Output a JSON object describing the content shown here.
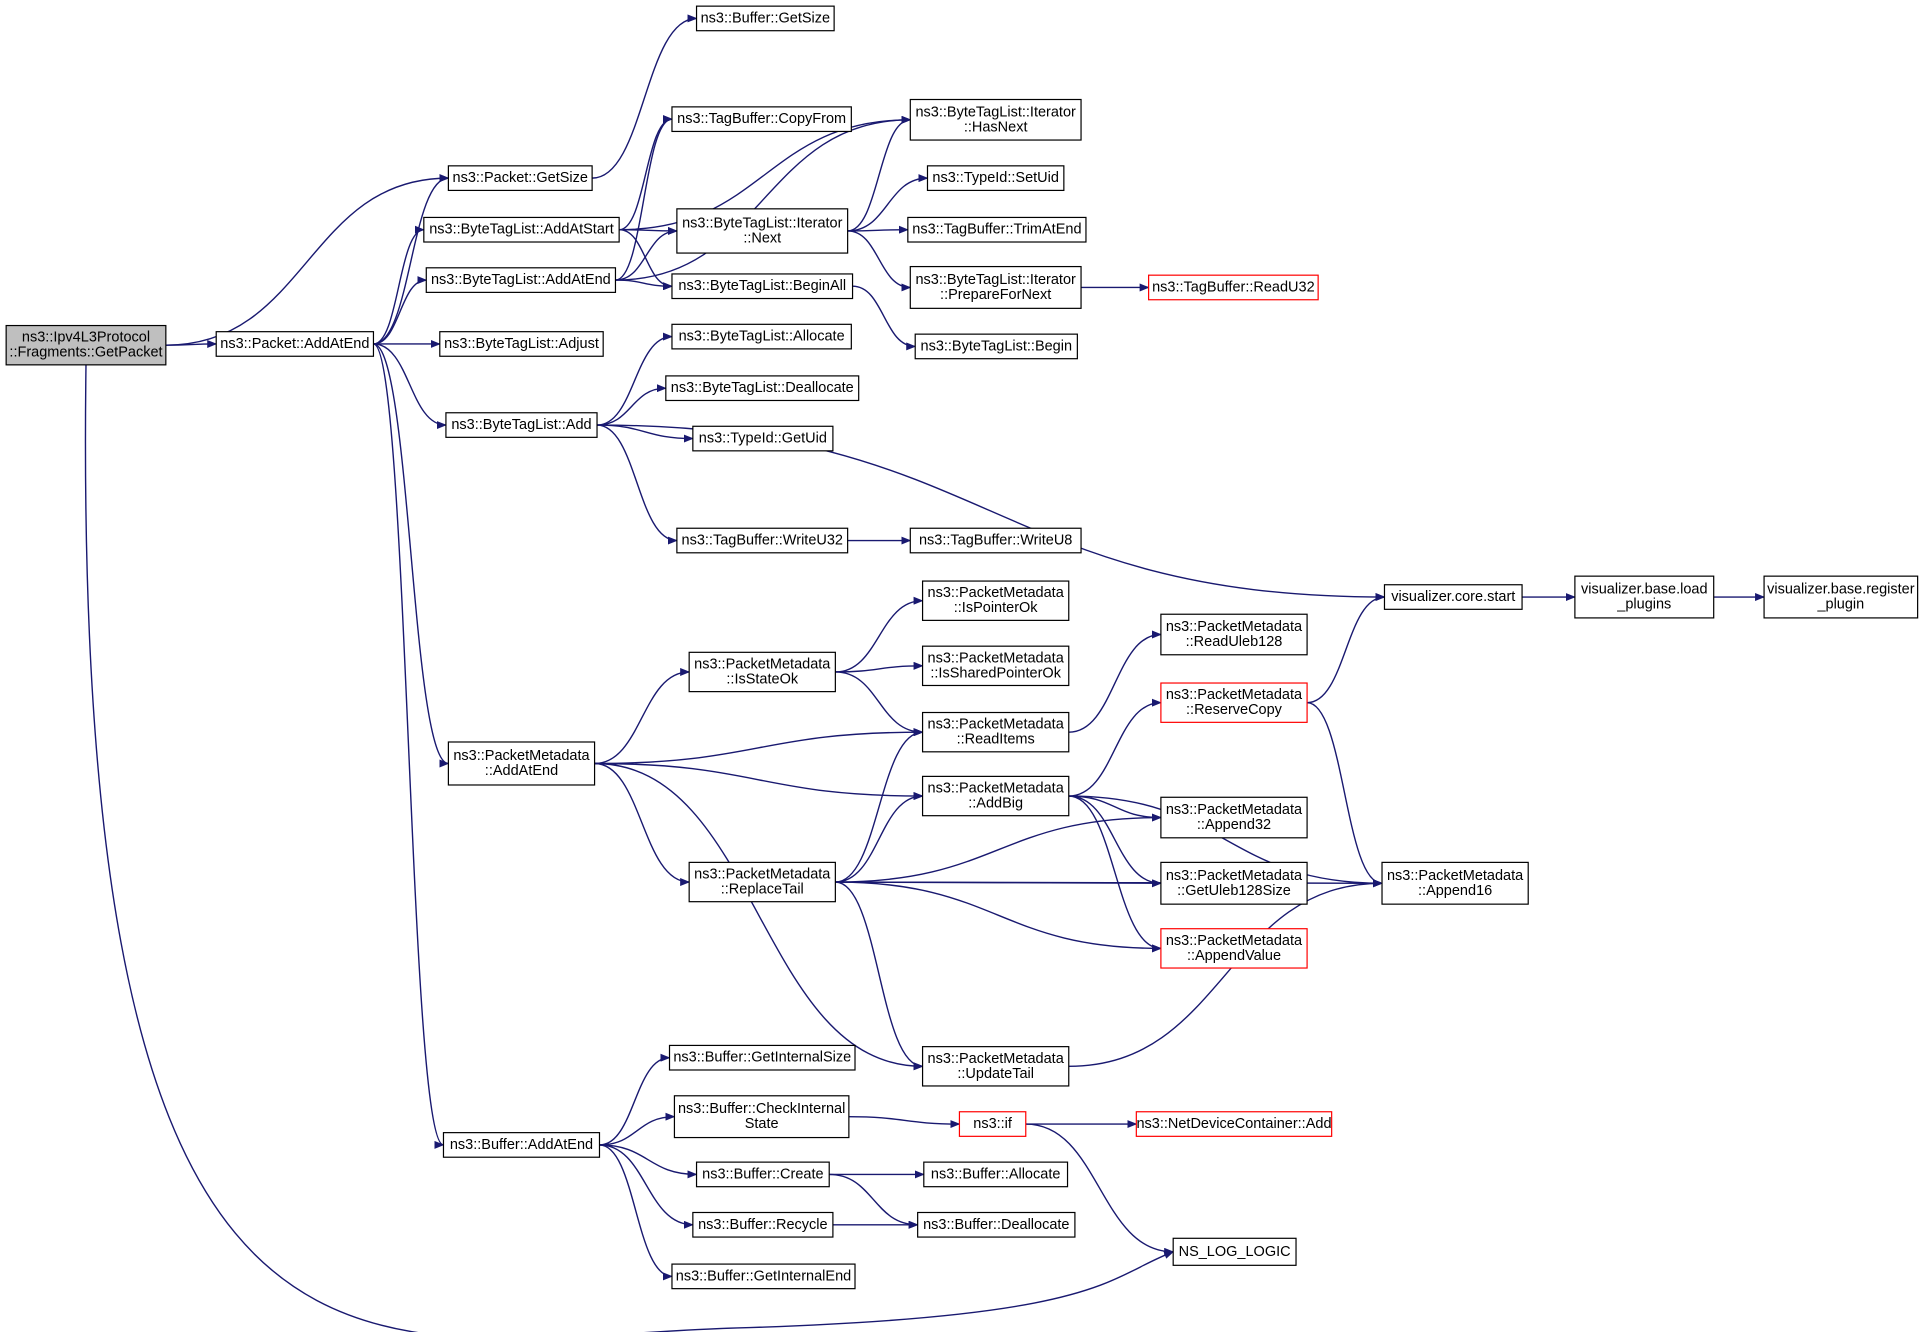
{
  "graph": {
    "edge_color": "#191970",
    "root_fill": "#bfbfbf",
    "highlight_border": "#ff0000",
    "nodes": [
      {
        "id": "root",
        "lines": [
          "ns3::Ipv4L3Protocol",
          "::Fragments::GetPacket"
        ],
        "style": "root"
      },
      {
        "id": "packet_getsize",
        "lines": [
          "ns3::Packet::GetSize"
        ]
      },
      {
        "id": "packet_addatend",
        "lines": [
          "ns3::Packet::AddAtEnd"
        ]
      },
      {
        "id": "btl_addatstart",
        "lines": [
          "ns3::ByteTagList::AddAtStart"
        ]
      },
      {
        "id": "btl_addatend",
        "lines": [
          "ns3::ByteTagList::AddAtEnd"
        ]
      },
      {
        "id": "btl_adjust",
        "lines": [
          "ns3::ByteTagList::Adjust"
        ]
      },
      {
        "id": "btl_add",
        "lines": [
          "ns3::ByteTagList::Add"
        ]
      },
      {
        "id": "pm_addatend",
        "lines": [
          "ns3::PacketMetadata",
          "::AddAtEnd"
        ]
      },
      {
        "id": "buf_addatend",
        "lines": [
          "ns3::Buffer::AddAtEnd"
        ]
      },
      {
        "id": "buf_getsize",
        "lines": [
          "ns3::Buffer::GetSize"
        ]
      },
      {
        "id": "tb_copyfrom",
        "lines": [
          "ns3::TagBuffer::CopyFrom"
        ]
      },
      {
        "id": "btli_next",
        "lines": [
          "ns3::ByteTagList::Iterator",
          "::Next"
        ]
      },
      {
        "id": "btl_beginall",
        "lines": [
          "ns3::ByteTagList::BeginAll"
        ]
      },
      {
        "id": "btl_allocate",
        "lines": [
          "ns3::ByteTagList::Allocate"
        ]
      },
      {
        "id": "btl_deallocate",
        "lines": [
          "ns3::ByteTagList::Deallocate"
        ]
      },
      {
        "id": "typeid_getuid",
        "lines": [
          "ns3::TypeId::GetUid"
        ]
      },
      {
        "id": "tb_writeu32",
        "lines": [
          "ns3::TagBuffer::WriteU32"
        ]
      },
      {
        "id": "pm_isstateok",
        "lines": [
          "ns3::PacketMetadata",
          "::IsStateOk"
        ]
      },
      {
        "id": "pm_replacetail",
        "lines": [
          "ns3::PacketMetadata",
          "::ReplaceTail"
        ]
      },
      {
        "id": "buf_getinternalsize",
        "lines": [
          "ns3::Buffer::GetInternalSize"
        ]
      },
      {
        "id": "buf_checkinternal",
        "lines": [
          "ns3::Buffer::CheckInternal",
          "State"
        ]
      },
      {
        "id": "buf_create",
        "lines": [
          "ns3::Buffer::Create"
        ]
      },
      {
        "id": "buf_recycle",
        "lines": [
          "ns3::Buffer::Recycle"
        ]
      },
      {
        "id": "buf_getinternalend",
        "lines": [
          "ns3::Buffer::GetInternalEnd"
        ]
      },
      {
        "id": "btli_hasnext",
        "lines": [
          "ns3::ByteTagList::Iterator",
          "::HasNext"
        ]
      },
      {
        "id": "typeid_setuid",
        "lines": [
          "ns3::TypeId::SetUid"
        ]
      },
      {
        "id": "tb_trimatend",
        "lines": [
          "ns3::TagBuffer::TrimAtEnd"
        ]
      },
      {
        "id": "btli_prepare",
        "lines": [
          "ns3::ByteTagList::Iterator",
          "::PrepareForNext"
        ]
      },
      {
        "id": "btl_begin",
        "lines": [
          "ns3::ByteTagList::Begin"
        ]
      },
      {
        "id": "tb_writeu8",
        "lines": [
          "ns3::TagBuffer::WriteU8"
        ]
      },
      {
        "id": "pm_ispointerok",
        "lines": [
          "ns3::PacketMetadata",
          "::IsPointerOk"
        ]
      },
      {
        "id": "pm_issharedpointerok",
        "lines": [
          "ns3::PacketMetadata",
          "::IsSharedPointerOk"
        ]
      },
      {
        "id": "pm_readitems",
        "lines": [
          "ns3::PacketMetadata",
          "::ReadItems"
        ]
      },
      {
        "id": "pm_addbig",
        "lines": [
          "ns3::PacketMetadata",
          "::AddBig"
        ]
      },
      {
        "id": "pm_updatetail",
        "lines": [
          "ns3::PacketMetadata",
          "::UpdateTail"
        ]
      },
      {
        "id": "ns3_if",
        "lines": [
          "ns3::if"
        ],
        "style": "red"
      },
      {
        "id": "buf_allocate",
        "lines": [
          "ns3::Buffer::Allocate"
        ]
      },
      {
        "id": "buf_deallocate",
        "lines": [
          "ns3::Buffer::Deallocate"
        ]
      },
      {
        "id": "tb_readu32",
        "lines": [
          "ns3::TagBuffer::ReadU32"
        ],
        "style": "red"
      },
      {
        "id": "viz_core_start",
        "lines": [
          "visualizer.core.start"
        ]
      },
      {
        "id": "pm_readuleb128",
        "lines": [
          "ns3::PacketMetadata",
          "::ReadUleb128"
        ]
      },
      {
        "id": "pm_reservecopy",
        "lines": [
          "ns3::PacketMetadata",
          "::ReserveCopy"
        ],
        "style": "red"
      },
      {
        "id": "pm_append32",
        "lines": [
          "ns3::PacketMetadata",
          "::Append32"
        ]
      },
      {
        "id": "pm_getuleb128size",
        "lines": [
          "ns3::PacketMetadata",
          "::GetUleb128Size"
        ]
      },
      {
        "id": "pm_appendvalue",
        "lines": [
          "ns3::PacketMetadata",
          "::AppendValue"
        ],
        "style": "red"
      },
      {
        "id": "ndc_add",
        "lines": [
          "ns3::NetDeviceContainer::Add"
        ],
        "style": "red"
      },
      {
        "id": "ns_log_logic",
        "lines": [
          "NS_LOG_LOGIC"
        ]
      },
      {
        "id": "viz_load_plugins",
        "lines": [
          "visualizer.base.load",
          "_plugins"
        ]
      },
      {
        "id": "viz_register_plugin",
        "lines": [
          "visualizer.base.register",
          "_plugin"
        ]
      },
      {
        "id": "pm_append16",
        "lines": [
          "ns3::PacketMetadata",
          "::Append16"
        ]
      }
    ],
    "edges": [
      [
        "root",
        "packet_getsize"
      ],
      [
        "root",
        "packet_addatend"
      ],
      [
        "root",
        "ns_log_logic"
      ],
      [
        "packet_getsize",
        "buf_getsize"
      ],
      [
        "packet_addatend",
        "packet_getsize"
      ],
      [
        "packet_addatend",
        "btl_addatstart"
      ],
      [
        "packet_addatend",
        "btl_addatend"
      ],
      [
        "packet_addatend",
        "btl_adjust"
      ],
      [
        "packet_addatend",
        "btl_add"
      ],
      [
        "packet_addatend",
        "pm_addatend"
      ],
      [
        "packet_addatend",
        "buf_addatend"
      ],
      [
        "btl_addatstart",
        "tb_copyfrom"
      ],
      [
        "btl_addatstart",
        "btli_hasnext"
      ],
      [
        "btl_addatstart",
        "btli_next"
      ],
      [
        "btl_addatstart",
        "btl_beginall"
      ],
      [
        "btl_addatend",
        "tb_copyfrom"
      ],
      [
        "btl_addatend",
        "btli_hasnext"
      ],
      [
        "btl_addatend",
        "btli_next"
      ],
      [
        "btl_addatend",
        "btl_beginall"
      ],
      [
        "btli_next",
        "btli_hasnext"
      ],
      [
        "btli_next",
        "typeid_setuid"
      ],
      [
        "btli_next",
        "tb_trimatend"
      ],
      [
        "btli_next",
        "btli_prepare"
      ],
      [
        "btli_prepare",
        "tb_readu32"
      ],
      [
        "btl_beginall",
        "btl_begin"
      ],
      [
        "btl_add",
        "btl_allocate"
      ],
      [
        "btl_add",
        "btl_deallocate"
      ],
      [
        "btl_add",
        "typeid_getuid"
      ],
      [
        "btl_add",
        "tb_writeu32"
      ],
      [
        "btl_add",
        "viz_core_start"
      ],
      [
        "tb_writeu32",
        "tb_writeu8"
      ],
      [
        "viz_core_start",
        "viz_load_plugins"
      ],
      [
        "viz_load_plugins",
        "viz_register_plugin"
      ],
      [
        "pm_addatend",
        "pm_isstateok"
      ],
      [
        "pm_addatend",
        "pm_readitems"
      ],
      [
        "pm_addatend",
        "pm_addbig"
      ],
      [
        "pm_addatend",
        "pm_replacetail"
      ],
      [
        "pm_addatend",
        "pm_updatetail"
      ],
      [
        "pm_isstateok",
        "pm_ispointerok"
      ],
      [
        "pm_isstateok",
        "pm_issharedpointerok"
      ],
      [
        "pm_isstateok",
        "pm_readitems"
      ],
      [
        "pm_readitems",
        "pm_readuleb128"
      ],
      [
        "pm_addbig",
        "pm_reservecopy"
      ],
      [
        "pm_addbig",
        "pm_append16"
      ],
      [
        "pm_addbig",
        "pm_append32"
      ],
      [
        "pm_addbig",
        "pm_getuleb128size"
      ],
      [
        "pm_addbig",
        "pm_appendvalue"
      ],
      [
        "pm_reservecopy",
        "viz_core_start"
      ],
      [
        "pm_reservecopy",
        "pm_append16"
      ],
      [
        "pm_replacetail",
        "pm_readitems"
      ],
      [
        "pm_replacetail",
        "pm_addbig"
      ],
      [
        "pm_replacetail",
        "pm_append32"
      ],
      [
        "pm_replacetail",
        "pm_getuleb128size"
      ],
      [
        "pm_replacetail",
        "pm_appendvalue"
      ],
      [
        "pm_replacetail",
        "pm_append16"
      ],
      [
        "pm_replacetail",
        "pm_updatetail"
      ],
      [
        "pm_updatetail",
        "pm_append16"
      ],
      [
        "buf_addatend",
        "buf_getinternalsize"
      ],
      [
        "buf_addatend",
        "buf_checkinternal"
      ],
      [
        "buf_addatend",
        "buf_create"
      ],
      [
        "buf_addatend",
        "buf_recycle"
      ],
      [
        "buf_addatend",
        "buf_getinternalend"
      ],
      [
        "buf_checkinternal",
        "ns3_if"
      ],
      [
        "ns3_if",
        "ndc_add"
      ],
      [
        "ns3_if",
        "ns_log_logic"
      ],
      [
        "buf_create",
        "buf_allocate"
      ],
      [
        "buf_create",
        "buf_deallocate"
      ],
      [
        "buf_recycle",
        "buf_deallocate"
      ]
    ]
  }
}
